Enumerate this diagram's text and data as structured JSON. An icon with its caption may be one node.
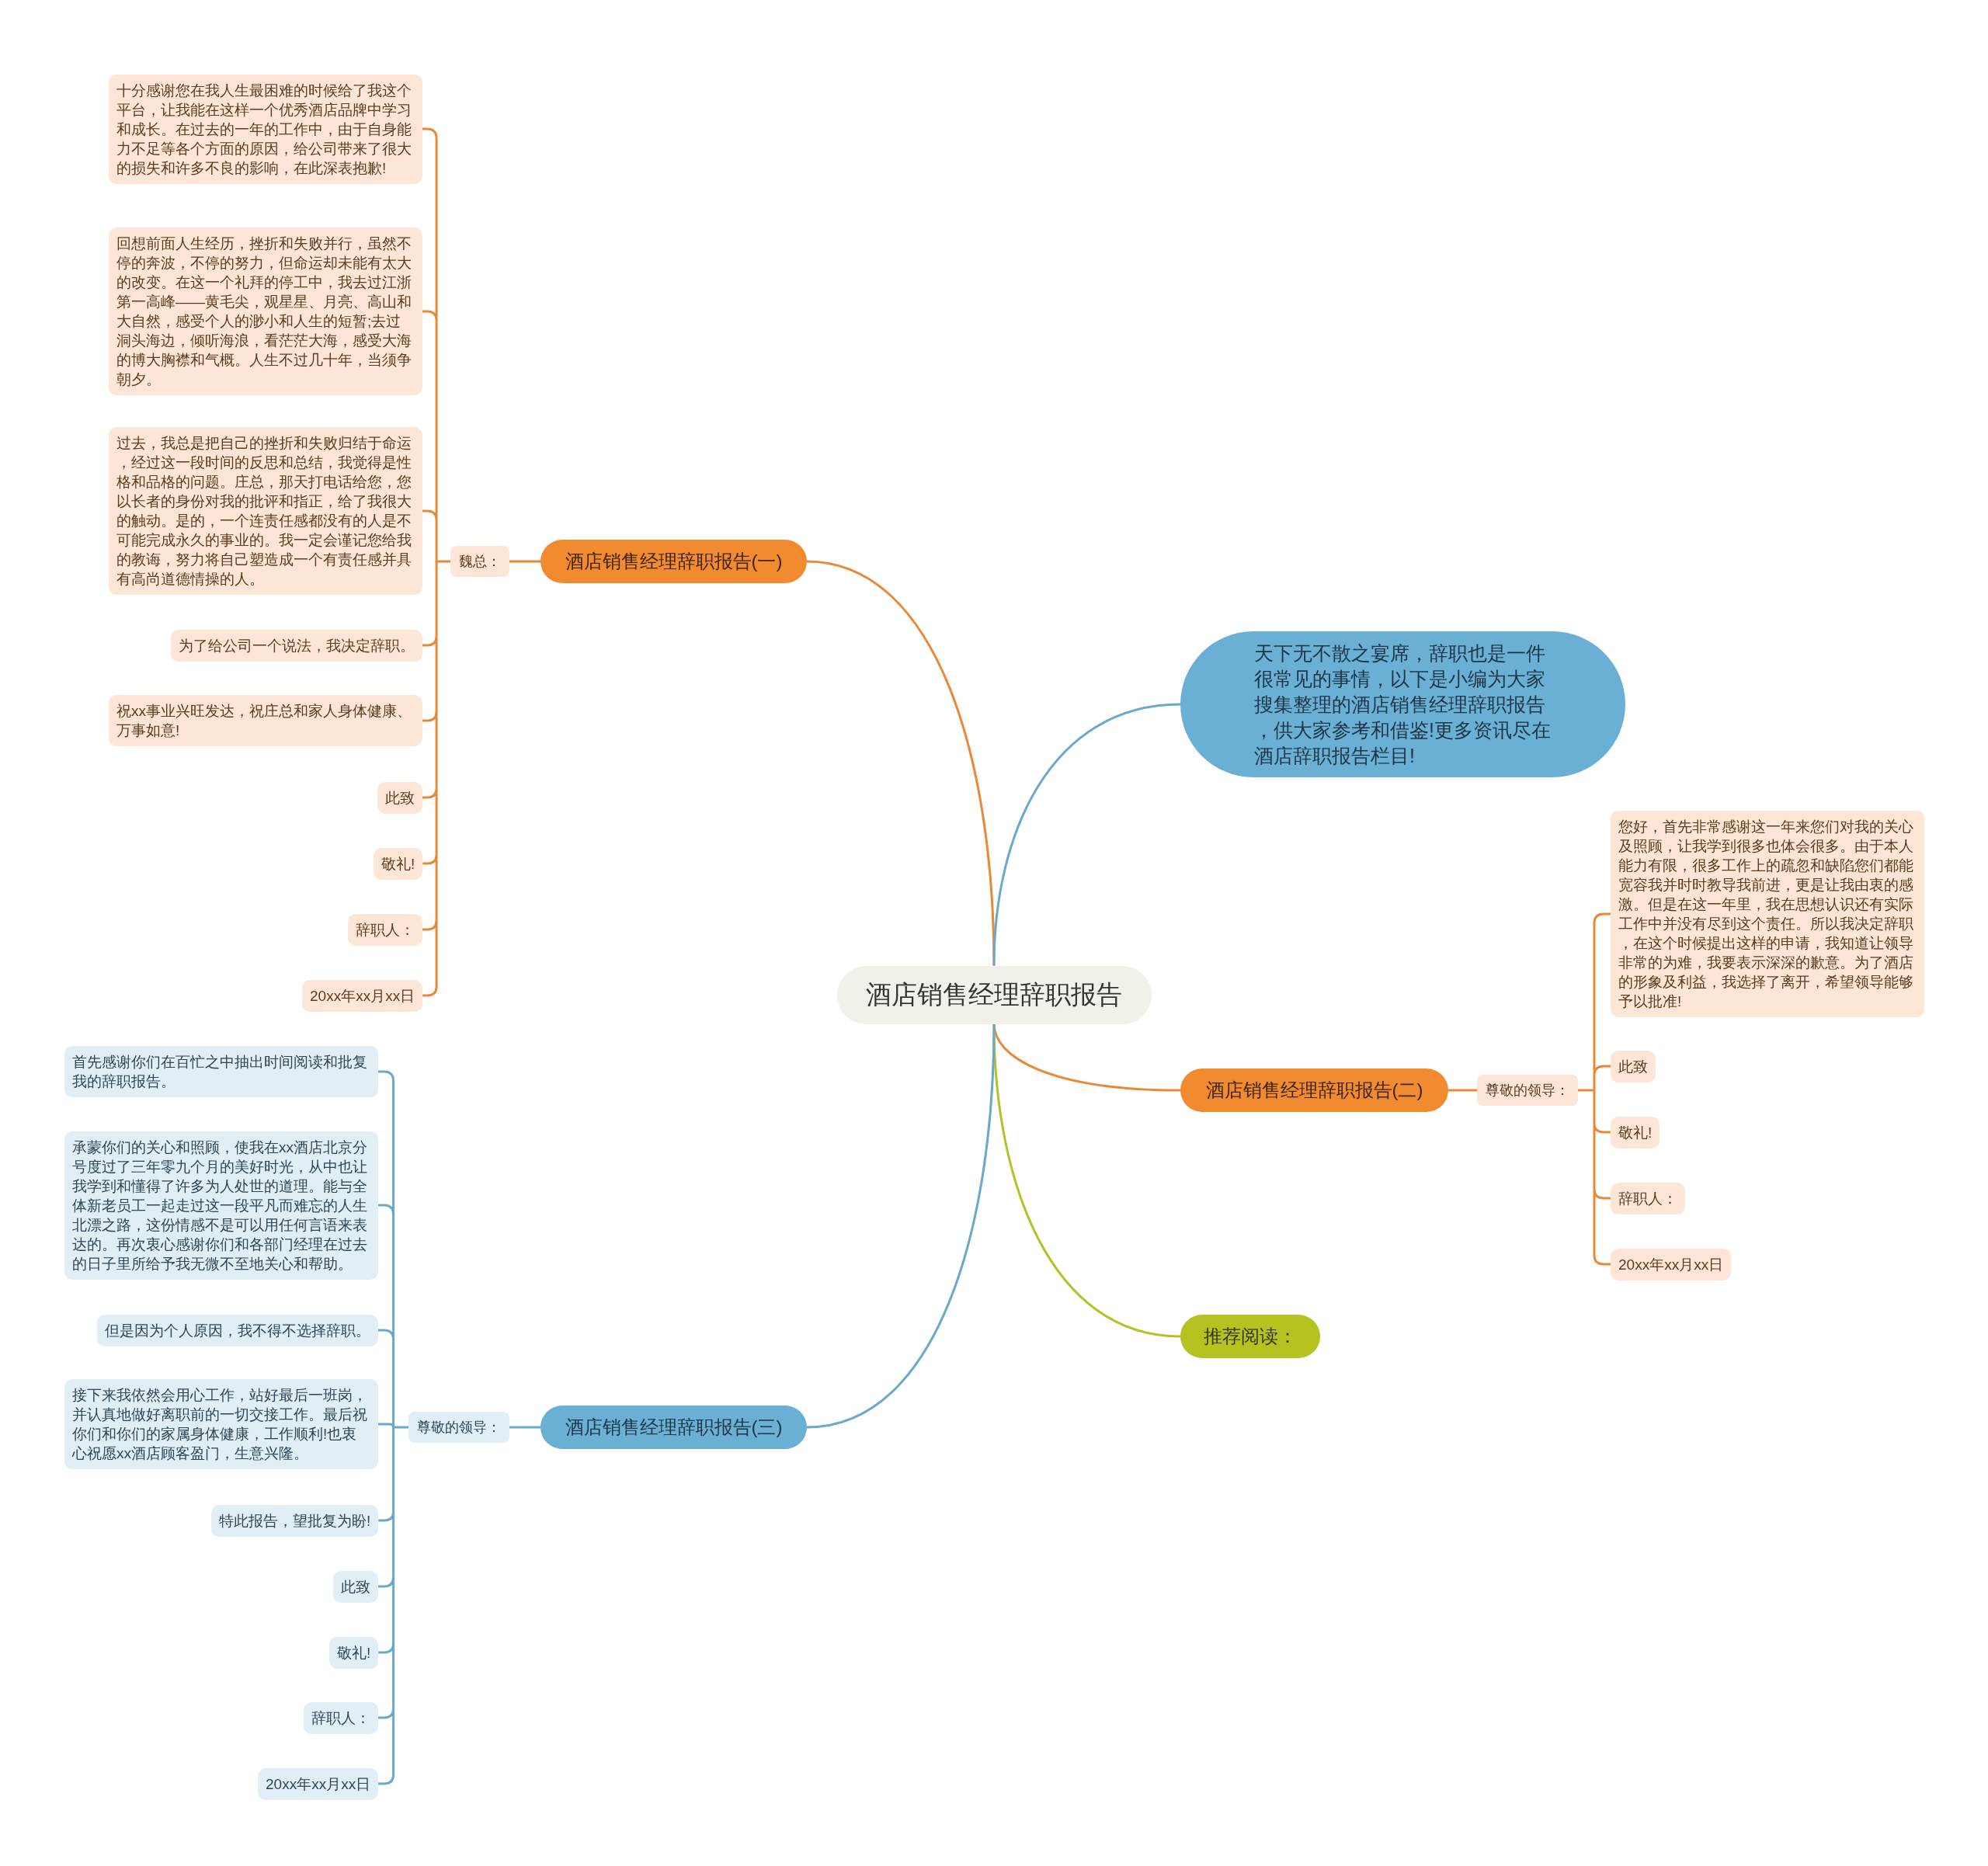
{
  "diagram": {
    "nodes": [
      {
        "text": [
          "酒店销售经理辞职报告"
        ]
      },
      {
        "text": [
          "酒店销售经理辞职报告(一)"
        ]
      },
      {
        "text": [
          "魏总："
        ]
      },
      {
        "text": [
          "十分感谢您在我人生最困难的时候给了我这个平台，让我能在这样一个优秀酒店品牌中学习和成长。在过去的一年的工作中，由于自身能力不足等各个方面的原因，给公司带来了很大的损失和许多不良的影响，在此深表抱歉!"
        ]
      },
      {
        "text": [
          "回想前面人生经历，挫折和失败并行，虽然不停的奔波，不停的努力，但命运却未能有太大的改变。在这一个礼拜的停工中，我去过江浙第一高峰——黄毛尖，观星星、月亮、高山和大自然，感受个人的渺小和人生的短暂;去过洞头海边，倾听海浪，看茫茫大海，感受大海的博大胸襟和气概。人生不过几十年，当须争朝夕。"
        ]
      },
      {
        "text": [
          "过去，我总是把自己的挫折和失败归结于命运，经过这一段时间的反思和总结，我觉得是性格和品格的问题。庄总，那天打电话给您，您以长者的身份对我的批评和指正，给了我很大的触动。是的，一个连责任感都没有的人是不可能完成永久的事业的。我一定会谨记您给我的教诲，努力将自己塑造成一个有责任感并具有高尚道德情操的人。"
        ]
      },
      {
        "text": [
          "为了给公司一个说法，我决定辞职。"
        ]
      },
      {
        "text": [
          "祝xx事业兴旺发达，祝庄总和家人身体健康、万事如意!"
        ]
      },
      {
        "text": [
          "此致"
        ]
      },
      {
        "text": [
          "敬礼!"
        ]
      },
      {
        "text": [
          "辞职人："
        ]
      },
      {
        "text": [
          "20xx年xx月xx日"
        ]
      },
      {
        "text": [
          "天下无不散之宴席，辞职也是一件很常见的事情，以下是小编为大家搜集整理的酒店销售经理辞职报告，供大家参考和借鉴!更多资讯尽在酒店辞职报告栏目!"
        ]
      },
      {
        "text": [
          "酒店销售经理辞职报告(二)"
        ]
      },
      {
        "text": [
          "尊敬的领导："
        ]
      },
      {
        "text": [
          "您好，首先非常感谢这一年来您们对我的关心及照顾，让我学到很多也体会很多。由于本人能力有限，很多工作上的疏忽和缺陷您们都能宽容我并时时教导我前进，更是让我由衷的感激。但是在这一年里，我在思想认识还有实际工作中并没有尽到这个责任。所以我决定辞职，在这个时候提出这样的申请，我知道让领导非常的为难，我要表示深深的歉意。为了酒店的形象及利益，我选择了离开，希望领导能够予以批准!"
        ]
      },
      {
        "text": [
          "此致"
        ]
      },
      {
        "text": [
          "敬礼!"
        ]
      },
      {
        "text": [
          "辞职人："
        ]
      },
      {
        "text": [
          "20xx年xx月xx日"
        ]
      },
      {
        "text": [
          "推荐阅读："
        ]
      },
      {
        "text": [
          "酒店销售经理辞职报告(三)"
        ]
      },
      {
        "text": [
          "尊敬的领导："
        ]
      },
      {
        "text": [
          "首先感谢你们在百忙之中抽出时间阅读和批复我的辞职报告。"
        ]
      },
      {
        "text": [
          "承蒙你们的关心和照顾，使我在xx酒店北京分号度过了三年零九个月的美好时光，从中也让我学到和懂得了许多为人处世的道理。能与全体新老员工一起走过这一段平凡而难忘的人生北漂之路，这份情感不是可以用任何言语来表达的。再次衷心感谢你们和各部门经理在过去的日子里所给予我无微不至地关心和帮助。"
        ]
      },
      {
        "text": [
          "但是因为个人原因，我不得不选择辞职。"
        ]
      },
      {
        "text": [
          "接下来我依然会用心工作，站好最后一班岗，并认真地做好离职前的一切交接工作。最后祝你们和你们的家属身体健康，工作顺利!也衷心祝愿xx酒店顾客盈门，生意兴隆。"
        ]
      },
      {
        "text": [
          "特此报告，望批复为盼!"
        ]
      },
      {
        "text": [
          "此致"
        ]
      },
      {
        "text": [
          "敬礼!"
        ]
      },
      {
        "text": [
          "辞职人："
        ]
      },
      {
        "text": [
          "20xx年xx月xx日"
        ]
      }
    ],
    "edges": [
      {
        "from": 0,
        "to": 1,
        "arrow": "none"
      },
      {
        "from": 1,
        "to": 2,
        "arrow": "none"
      },
      {
        "from": 2,
        "to": 3,
        "arrow": "none"
      },
      {
        "from": 2,
        "to": 4,
        "arrow": "none"
      },
      {
        "from": 2,
        "to": 5,
        "arrow": "none"
      },
      {
        "from": 2,
        "to": 6,
        "arrow": "none"
      },
      {
        "from": 2,
        "to": 7,
        "arrow": "none"
      },
      {
        "from": 2,
        "to": 8,
        "arrow": "none"
      },
      {
        "from": 2,
        "to": 9,
        "arrow": "none"
      },
      {
        "from": 2,
        "to": 10,
        "arrow": "none"
      },
      {
        "from": 2,
        "to": 11,
        "arrow": "none"
      },
      {
        "from": 0,
        "to": 12,
        "arrow": "none",
        "color": "#6aa9c9"
      },
      {
        "from": 0,
        "to": 13,
        "arrow": "none"
      },
      {
        "from": 13,
        "to": 14,
        "arrow": "none"
      },
      {
        "from": 14,
        "to": 15,
        "arrow": "none"
      },
      {
        "from": 14,
        "to": 16,
        "arrow": "none"
      },
      {
        "from": 14,
        "to": 17,
        "arrow": "none"
      },
      {
        "from": 14,
        "to": 18,
        "arrow": "none"
      },
      {
        "from": 14,
        "to": 19,
        "arrow": "none"
      },
      {
        "from": 0,
        "to": 20,
        "arrow": "none",
        "color": "#b5c227"
      },
      {
        "from": 0,
        "to": 21,
        "arrow": "none",
        "color": "#6aa9c9"
      },
      {
        "from": 21,
        "to": 22,
        "arrow": "none",
        "color": "#6aa9c9"
      },
      {
        "from": 22,
        "to": 23,
        "arrow": "none",
        "color": "#6aa9c9"
      },
      {
        "from": 22,
        "to": 24,
        "arrow": "none",
        "color": "#6aa9c9"
      },
      {
        "from": 22,
        "to": 25,
        "arrow": "none",
        "color": "#6aa9c9"
      },
      {
        "from": 22,
        "to": 26,
        "arrow": "none",
        "color": "#6aa9c9"
      },
      {
        "from": 22,
        "to": 27,
        "arrow": "none",
        "color": "#6aa9c9"
      },
      {
        "from": 22,
        "to": 28,
        "arrow": "none",
        "color": "#6aa9c9"
      },
      {
        "from": 22,
        "to": 29,
        "arrow": "none",
        "color": "#6aa9c9"
      },
      {
        "from": 22,
        "to": 30,
        "arrow": "none",
        "color": "#6aa9c9"
      },
      {
        "from": 22,
        "to": 31,
        "arrow": "none",
        "color": "#6aa9c9"
      }
    ]
  }
}
